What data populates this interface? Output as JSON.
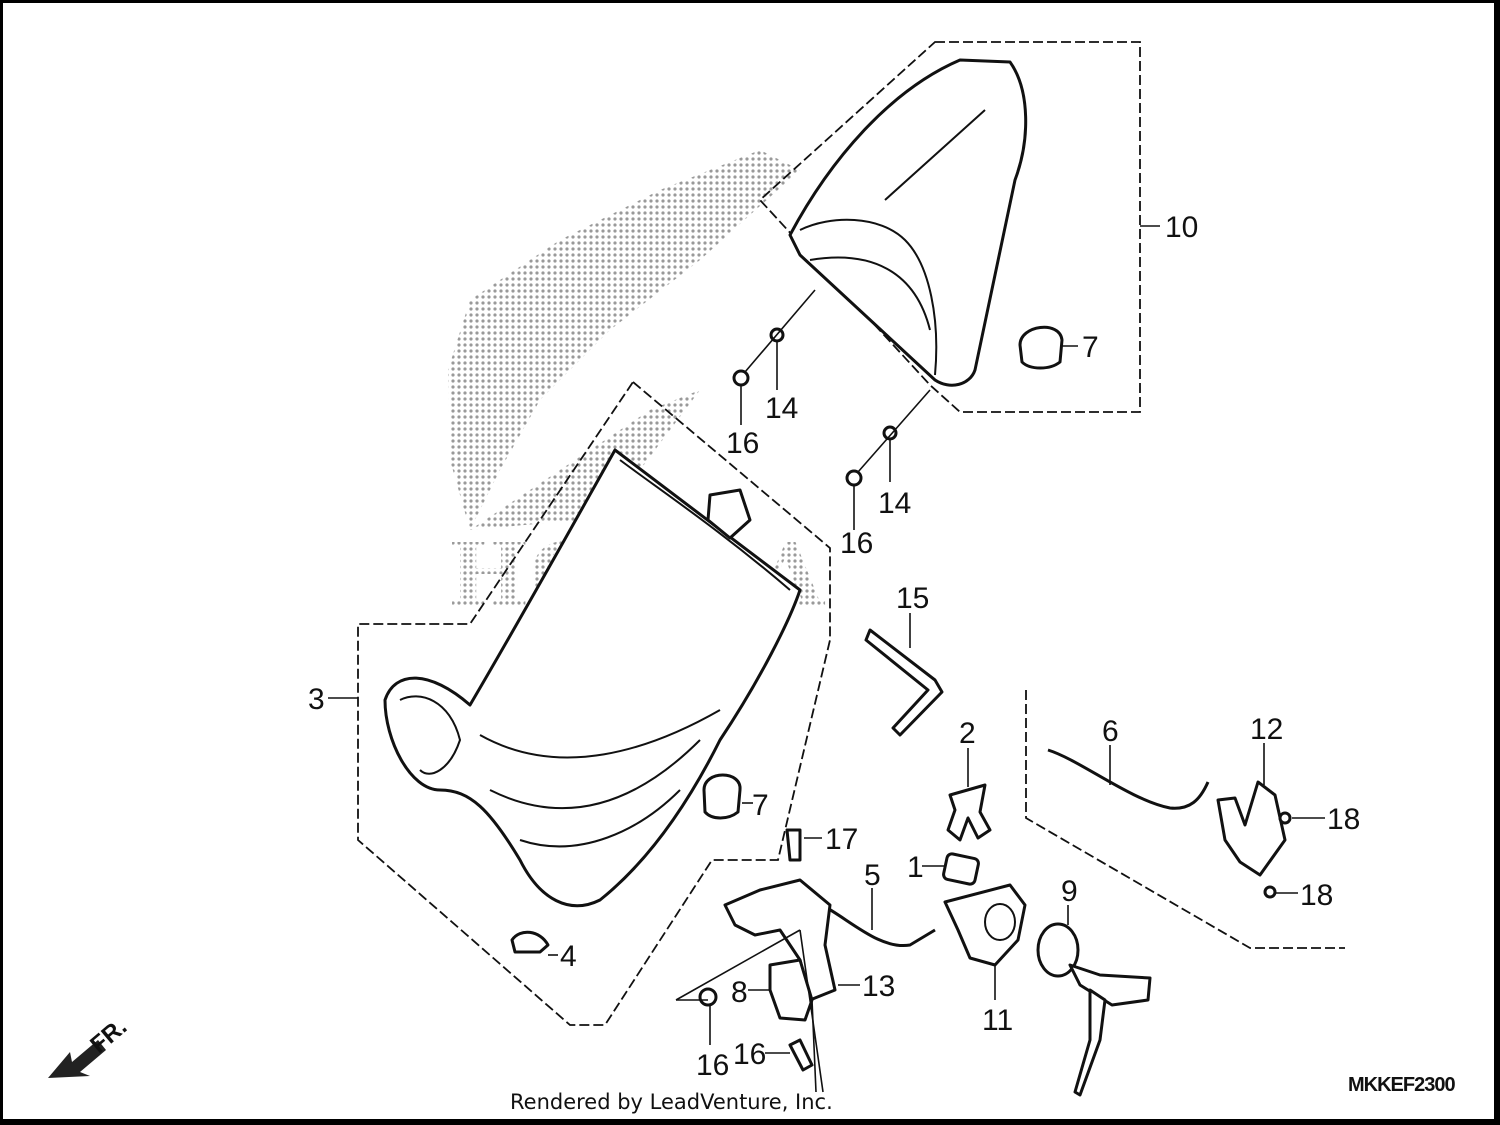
{
  "diagram": {
    "watermark_text": "HONDA",
    "credit": "Rendered by LeadVenture, Inc.",
    "diagram_code": "MKKEF2300",
    "direction_label": "FR.",
    "callouts": [
      {
        "id": "c10",
        "text": "10"
      },
      {
        "id": "c7a",
        "text": "7"
      },
      {
        "id": "c14a",
        "text": "14"
      },
      {
        "id": "c16a",
        "text": "16"
      },
      {
        "id": "c14b",
        "text": "14"
      },
      {
        "id": "c16b",
        "text": "16"
      },
      {
        "id": "c15",
        "text": "15"
      },
      {
        "id": "c3",
        "text": "3"
      },
      {
        "id": "c7b",
        "text": "7"
      },
      {
        "id": "c17",
        "text": "17"
      },
      {
        "id": "c2",
        "text": "2"
      },
      {
        "id": "c6",
        "text": "6"
      },
      {
        "id": "c12",
        "text": "12"
      },
      {
        "id": "c18a",
        "text": "18"
      },
      {
        "id": "c18b",
        "text": "18"
      },
      {
        "id": "c1",
        "text": "1"
      },
      {
        "id": "c5",
        "text": "5"
      },
      {
        "id": "c9",
        "text": "9"
      },
      {
        "id": "c4",
        "text": "4"
      },
      {
        "id": "c8",
        "text": "8"
      },
      {
        "id": "c13",
        "text": "13"
      },
      {
        "id": "c11",
        "text": "11"
      },
      {
        "id": "c16c",
        "text": "16"
      },
      {
        "id": "c16d",
        "text": "16"
      }
    ]
  }
}
